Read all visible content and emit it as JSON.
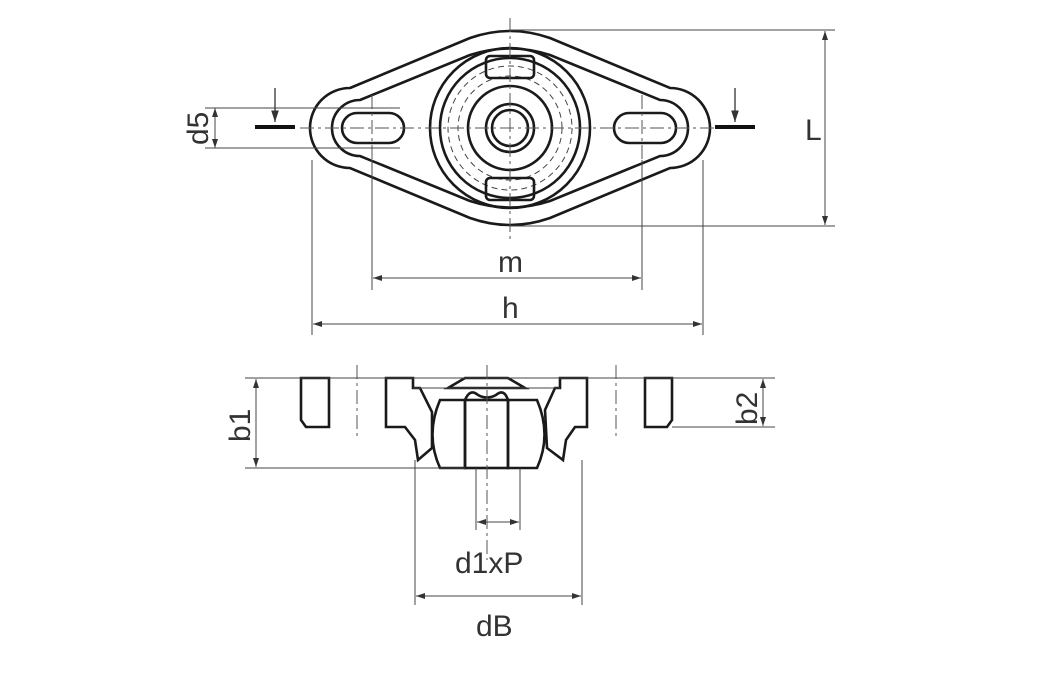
{
  "labels": {
    "d5": "d5",
    "L": "L",
    "m": "m",
    "h": "h",
    "b1": "b1",
    "b2": "b2",
    "d1xP": "d1xP",
    "dB": "dB"
  },
  "colors": {
    "line": "#1a1a1a",
    "background": "#ffffff"
  }
}
